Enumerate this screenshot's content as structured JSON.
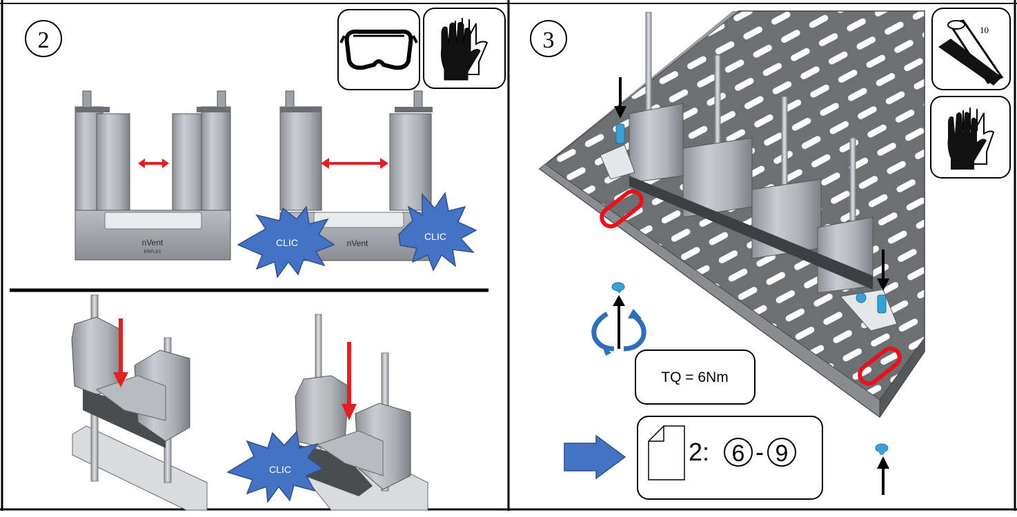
{
  "step2": {
    "number": "2"
  },
  "step3": {
    "number": "3"
  },
  "clic_label": "CLIC",
  "torque_label": "TQ = 6Nm",
  "reference": {
    "prefix": "2:",
    "from": "6",
    "sep": "-",
    "to": "9"
  },
  "wrench_size": "10",
  "brand": {
    "name": "nVent",
    "sub": "ERIFLEX"
  },
  "colors": {
    "arrow_red": "#e51e1e",
    "clic_blue": "#4472c4",
    "screw_blue": "#3aa0d8",
    "ring_red": "#e8121b"
  },
  "icons": [
    "safety-glasses-icon",
    "gloves-icon",
    "hex-key-icon",
    "document-icon",
    "rotate-icon",
    "forward-arrow-icon"
  ]
}
